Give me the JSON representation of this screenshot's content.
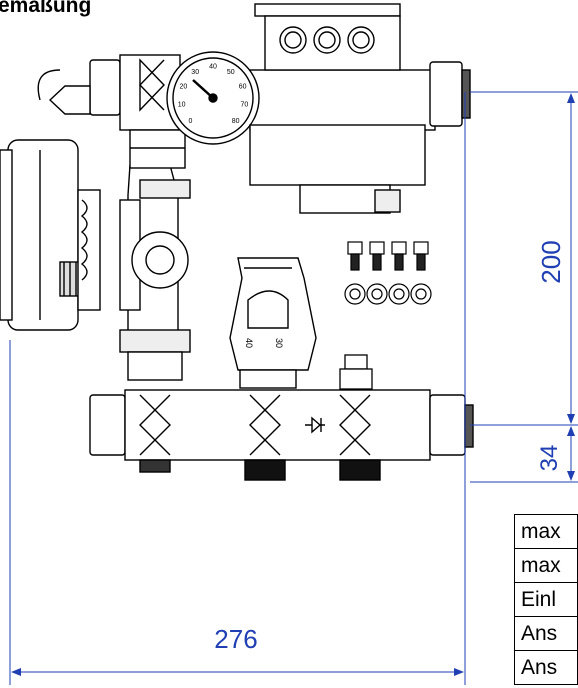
{
  "drawing": {
    "title": "emaßung",
    "dimensions": {
      "width": "276",
      "height_upper": "200",
      "height_lower": "34"
    },
    "gauge_ticks": [
      "0",
      "10",
      "20",
      "30",
      "40",
      "50",
      "60",
      "70",
      "80"
    ],
    "valve_labels": [
      "40",
      "30"
    ],
    "line_color": "#000000",
    "dimension_color": "#1f3fb3"
  },
  "spec_table": {
    "rows": [
      {
        "label": "max"
      },
      {
        "label": "max"
      },
      {
        "label": "Einl"
      },
      {
        "label": "Ans"
      },
      {
        "label": "Ans"
      }
    ]
  }
}
